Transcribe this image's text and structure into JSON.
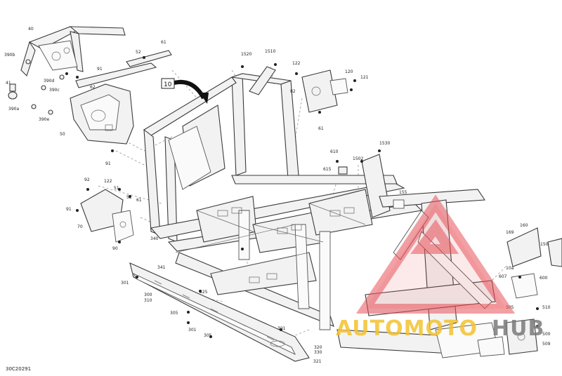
{
  "document_id": "30C20291",
  "callout": "10",
  "watermark": {
    "part1": "AUTOMOTO",
    "part2": "HUB"
  },
  "labels": {
    "l40": "40",
    "l41": "41",
    "l390b": "390b",
    "l390d": "390d",
    "l390c": "390c",
    "l390a": "390a",
    "l390e": "390e",
    "l50": "50",
    "l52a": "52",
    "l61a": "61",
    "l91a": "91",
    "l62a": "62",
    "l91b": "91",
    "l1520": "1520",
    "l1510": "1510",
    "l122a": "122",
    "l120": "120",
    "l121": "121",
    "l82": "82",
    "l61b": "61",
    "l610": "610",
    "l1502": "1502",
    "l1530": "1530",
    "l615": "615",
    "l155": "155",
    "l92": "92",
    "l122b": "122",
    "l51": "51",
    "l52b": "52",
    "l61c": "61",
    "l91c": "91",
    "l70": "70",
    "l90": "90",
    "l340": "340",
    "l341": "341",
    "l301a": "301",
    "l300": "300",
    "l310": "310",
    "l325": "325",
    "l305a": "305",
    "l301b": "301",
    "l305b": "305",
    "l301c": "301",
    "l320": "320",
    "l330": "330",
    "l321": "321",
    "l160": "160",
    "l169": "169",
    "l150": "150",
    "l10a": "10a",
    "l600": "600",
    "l607": "607",
    "l505": "505",
    "l510": "510",
    "l500": "500",
    "l509": "509"
  }
}
